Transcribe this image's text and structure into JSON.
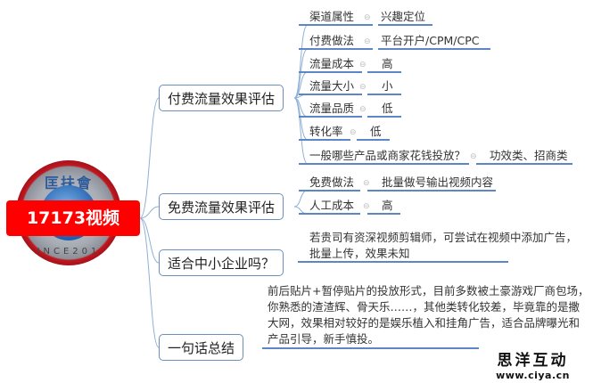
{
  "root": {
    "label": "17173视频",
    "logo": {
      "top_text": "匡扶會",
      "bottom_text": "INCE201",
      "color": "#ff0000"
    }
  },
  "branches": [
    {
      "label": "付费流量效果评估",
      "items": [
        {
          "key": "渠道属性",
          "value": "兴趣定位"
        },
        {
          "key": "付费做法",
          "value": "平台开户/CPM/CPC"
        },
        {
          "key": "流量成本",
          "value": "高"
        },
        {
          "key": "流量大小",
          "value": "小"
        },
        {
          "key": "流量品质",
          "value": "低"
        },
        {
          "key": "转化率",
          "value": "低"
        },
        {
          "key": "一般哪些产品或商家花钱投放？",
          "value": "功效类、招商类"
        }
      ]
    },
    {
      "label": "免费流量效果评估",
      "items": [
        {
          "key": "免费做法",
          "value": "批量做号输出视频内容"
        },
        {
          "key": "人工成本",
          "value": "高"
        }
      ]
    },
    {
      "label": "适合中小企业吗？",
      "note": "若贵司有资深视频剪辑师，可尝试在视频中添加广告，批量上传，效果未知",
      "note_lines": [
        "若贵司有资深视频剪辑师，可尝试在视频中添加广告，",
        "批量上传，效果未知"
      ]
    },
    {
      "label": "一句话总结",
      "note_lines": [
        "前后贴片+暂停贴片的投放形式，目前多数被土豪游戏厂商包场，",
        "你熟悉的渣渣辉、骨天乐……，其他类转化较差，毕竟靠的是撒",
        "大网，效果相对较好的是娱乐植入和挂角广告，适合品牌曝光和",
        "产品引导，新手慎投。"
      ]
    }
  ],
  "collapse_icon": "⊖",
  "watermark": {
    "name": "思洋互动",
    "url": "www.ciya.cn"
  },
  "colors": {
    "line": "#5b87c5",
    "topic_border": "#6a8fc0",
    "root_bg": "#ff0000"
  }
}
